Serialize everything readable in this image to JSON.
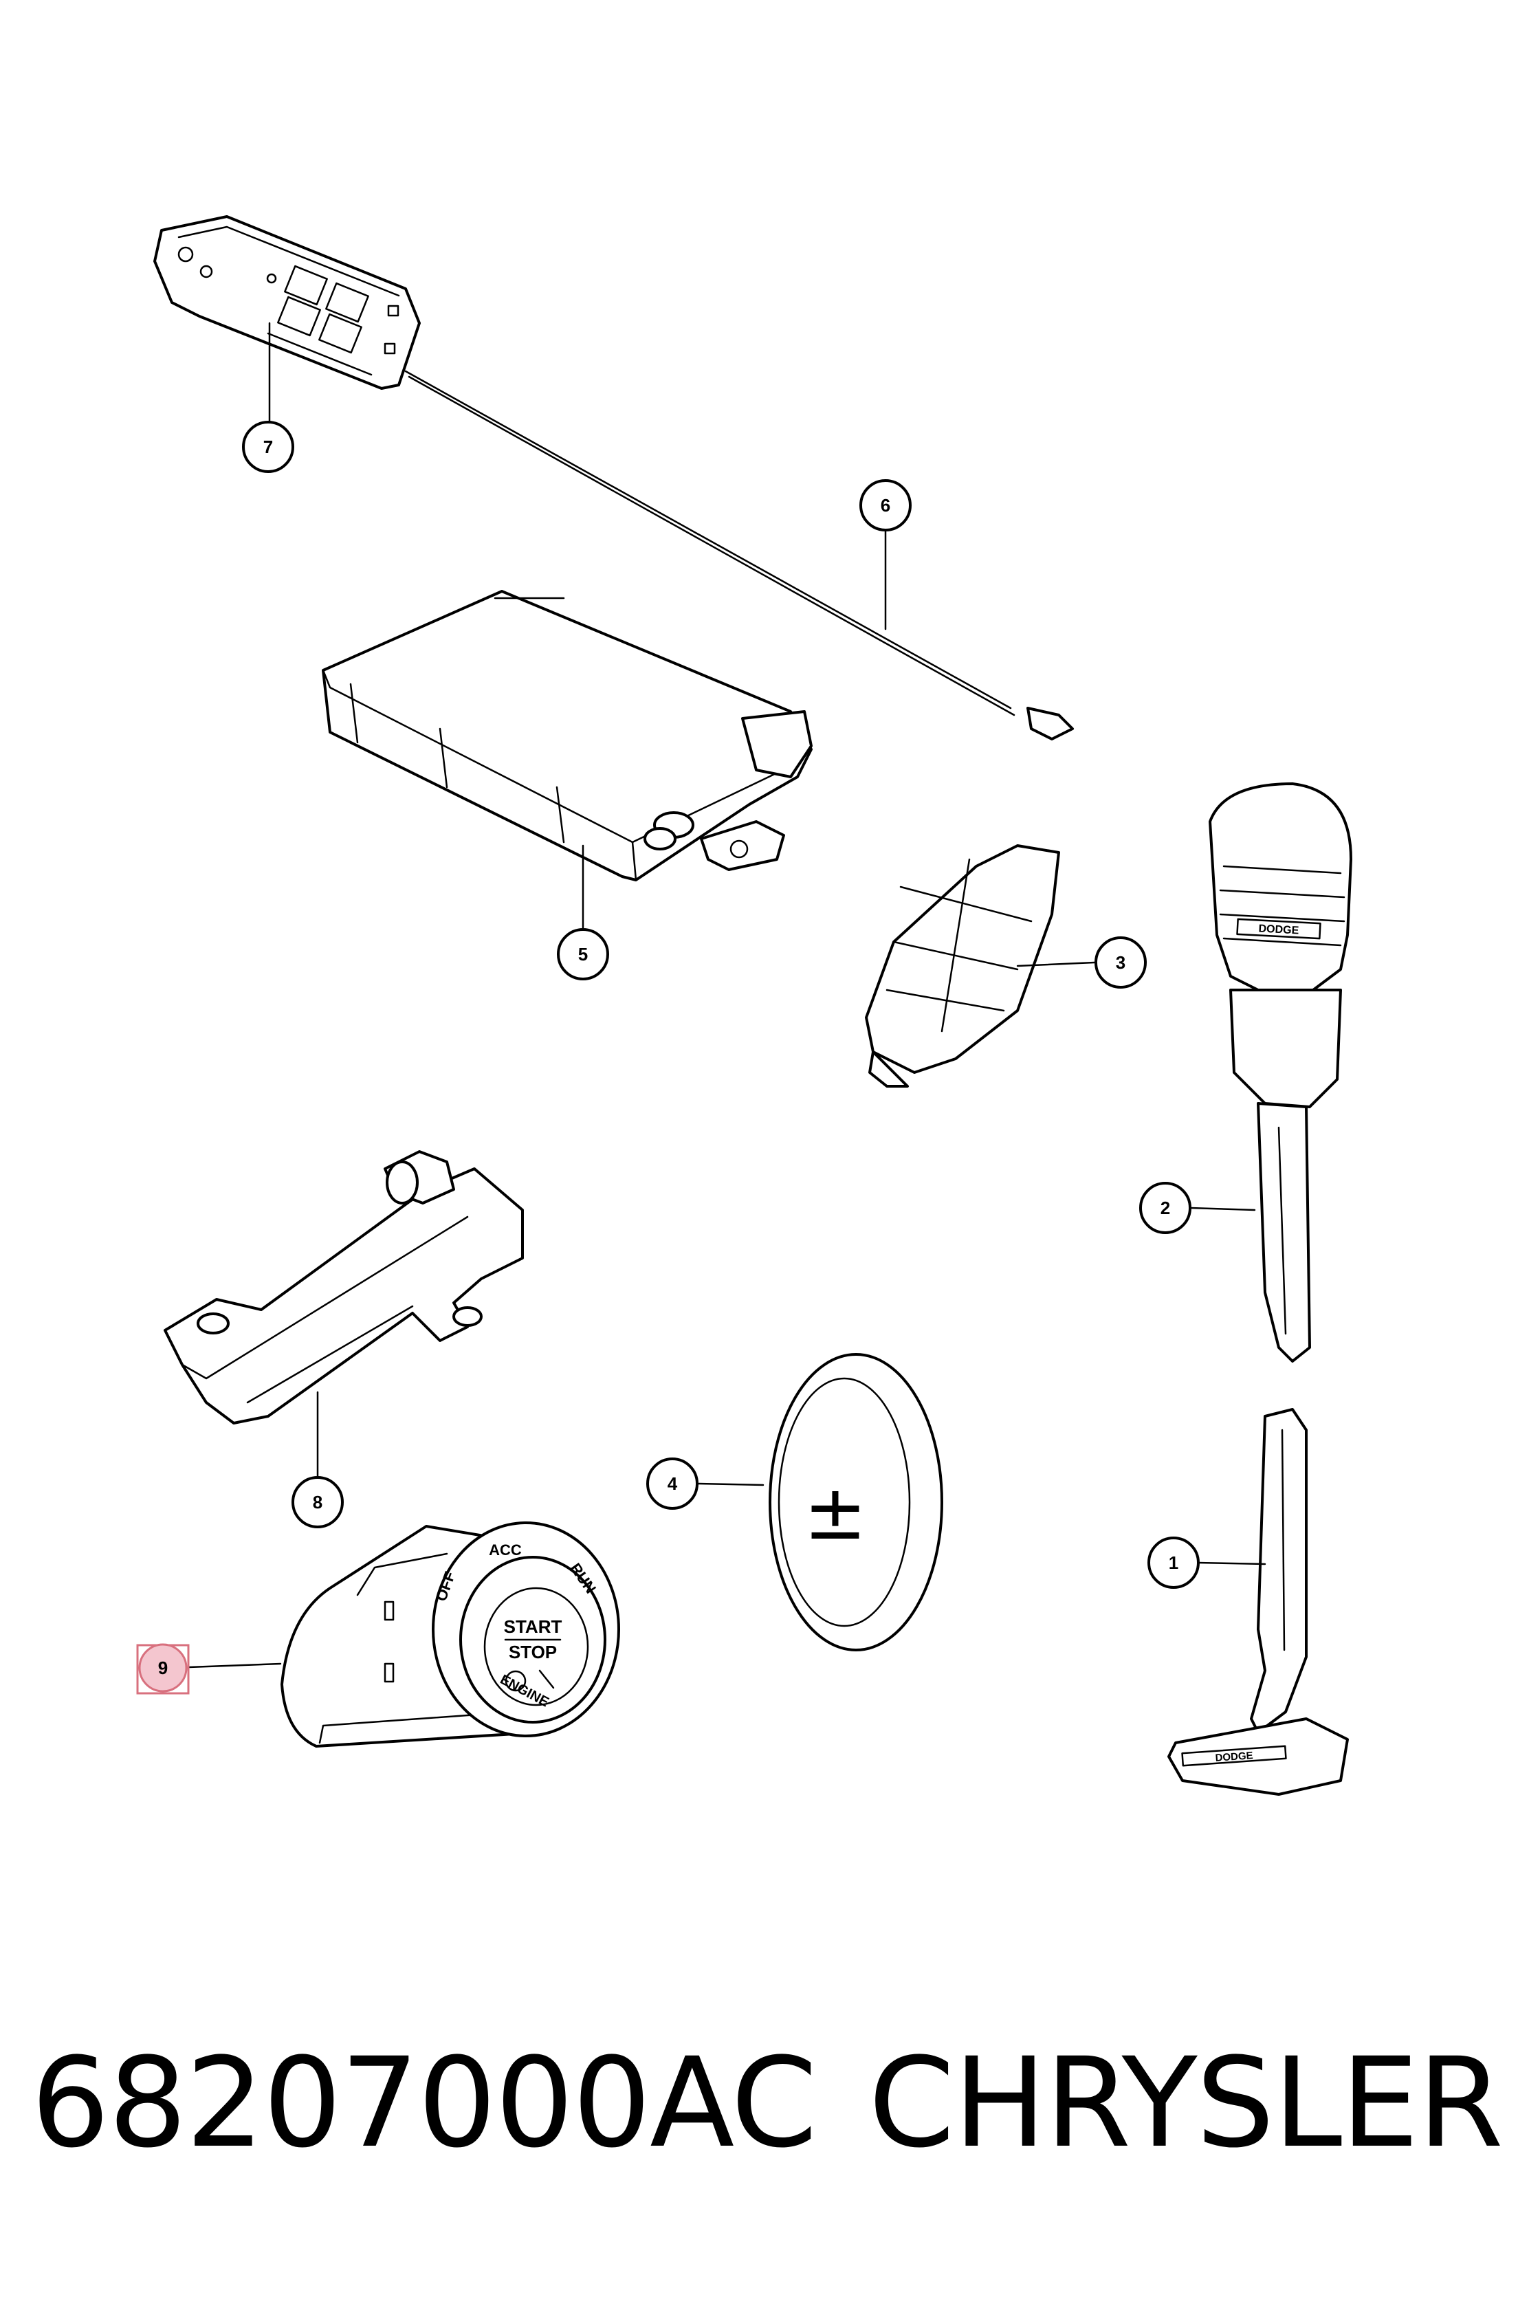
{
  "callouts": {
    "c1": "1",
    "c2": "2",
    "c3": "3",
    "c4": "4",
    "c5": "5",
    "c6": "6",
    "c7": "7",
    "c8": "8",
    "c9": "9"
  },
  "battery": {
    "symbol_plus_minus": "±"
  },
  "ignition_labels": {
    "acc": "ACC",
    "run": "RUN",
    "off": "OFF",
    "start": "START",
    "stop": "STOP",
    "engine": "ENGINE"
  },
  "key_brand_text": "DODGE",
  "caption": {
    "part_number": "68207000AC",
    "brand": "CHRYSLER"
  },
  "colors": {
    "highlight_fill": "#f4c6cf",
    "highlight_stroke": "#d8707e"
  }
}
